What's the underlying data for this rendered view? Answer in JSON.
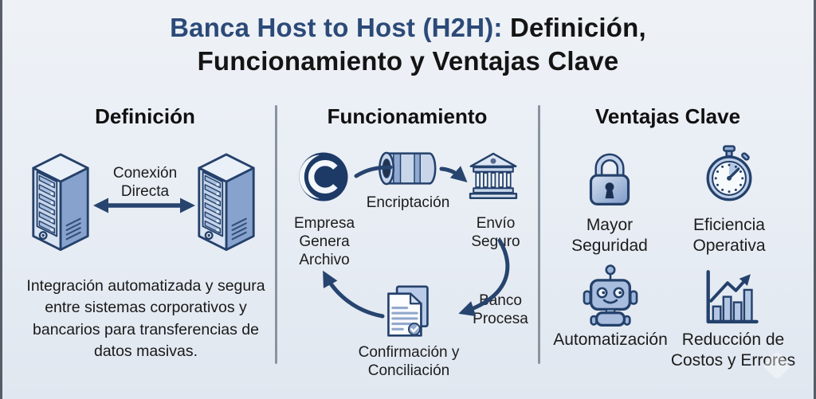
{
  "title": {
    "brand": "Banca Host to Host (H2H):",
    "suffix": " Definición,",
    "line2": "Funcionamiento y Ventajas Clave"
  },
  "definicion": {
    "heading": "Definición",
    "connection_label": "Conexión Directa",
    "description": "Integración automatizada y segura entre sistemas corporativos y bancarios para transferencias de datos masivas.",
    "icons": [
      "server-icon",
      "bidirectional-arrow-icon",
      "server-icon"
    ]
  },
  "funcionamiento": {
    "heading": "Funcionamiento",
    "steps": [
      {
        "icon": "company-logo-icon",
        "label": "Empresa Genera Archivo"
      },
      {
        "icon": "encryption-cylinder-icon",
        "label": "Encriptación"
      },
      {
        "icon": "bank-icon",
        "label": "Envío Seguro"
      },
      {
        "icon": "curved-arrow-icon",
        "label": "Banco Procesa"
      },
      {
        "icon": "document-check-icon",
        "label": "Confirmación y Conciliación"
      }
    ]
  },
  "ventajas": {
    "heading": "Ventajas Clave",
    "items": [
      {
        "icon": "padlock-icon",
        "label": "Mayor Seguridad"
      },
      {
        "icon": "stopwatch-icon",
        "label": "Eficiencia Operativa"
      },
      {
        "icon": "robot-icon",
        "label": "Automatización"
      },
      {
        "icon": "bar-chart-icon",
        "label": "Reducción de Costos y Errores"
      }
    ]
  },
  "colors": {
    "background": "#e9eef4",
    "title_navy": "#2c4a78",
    "text_black": "#141414",
    "icon_outline_navy": "#24416b",
    "icon_medium_blue": "#8fa9d0",
    "icon_light_blue": "#c9d6ea",
    "arrow_navy": "#27446f",
    "divider_gray": "#8a93a0"
  }
}
